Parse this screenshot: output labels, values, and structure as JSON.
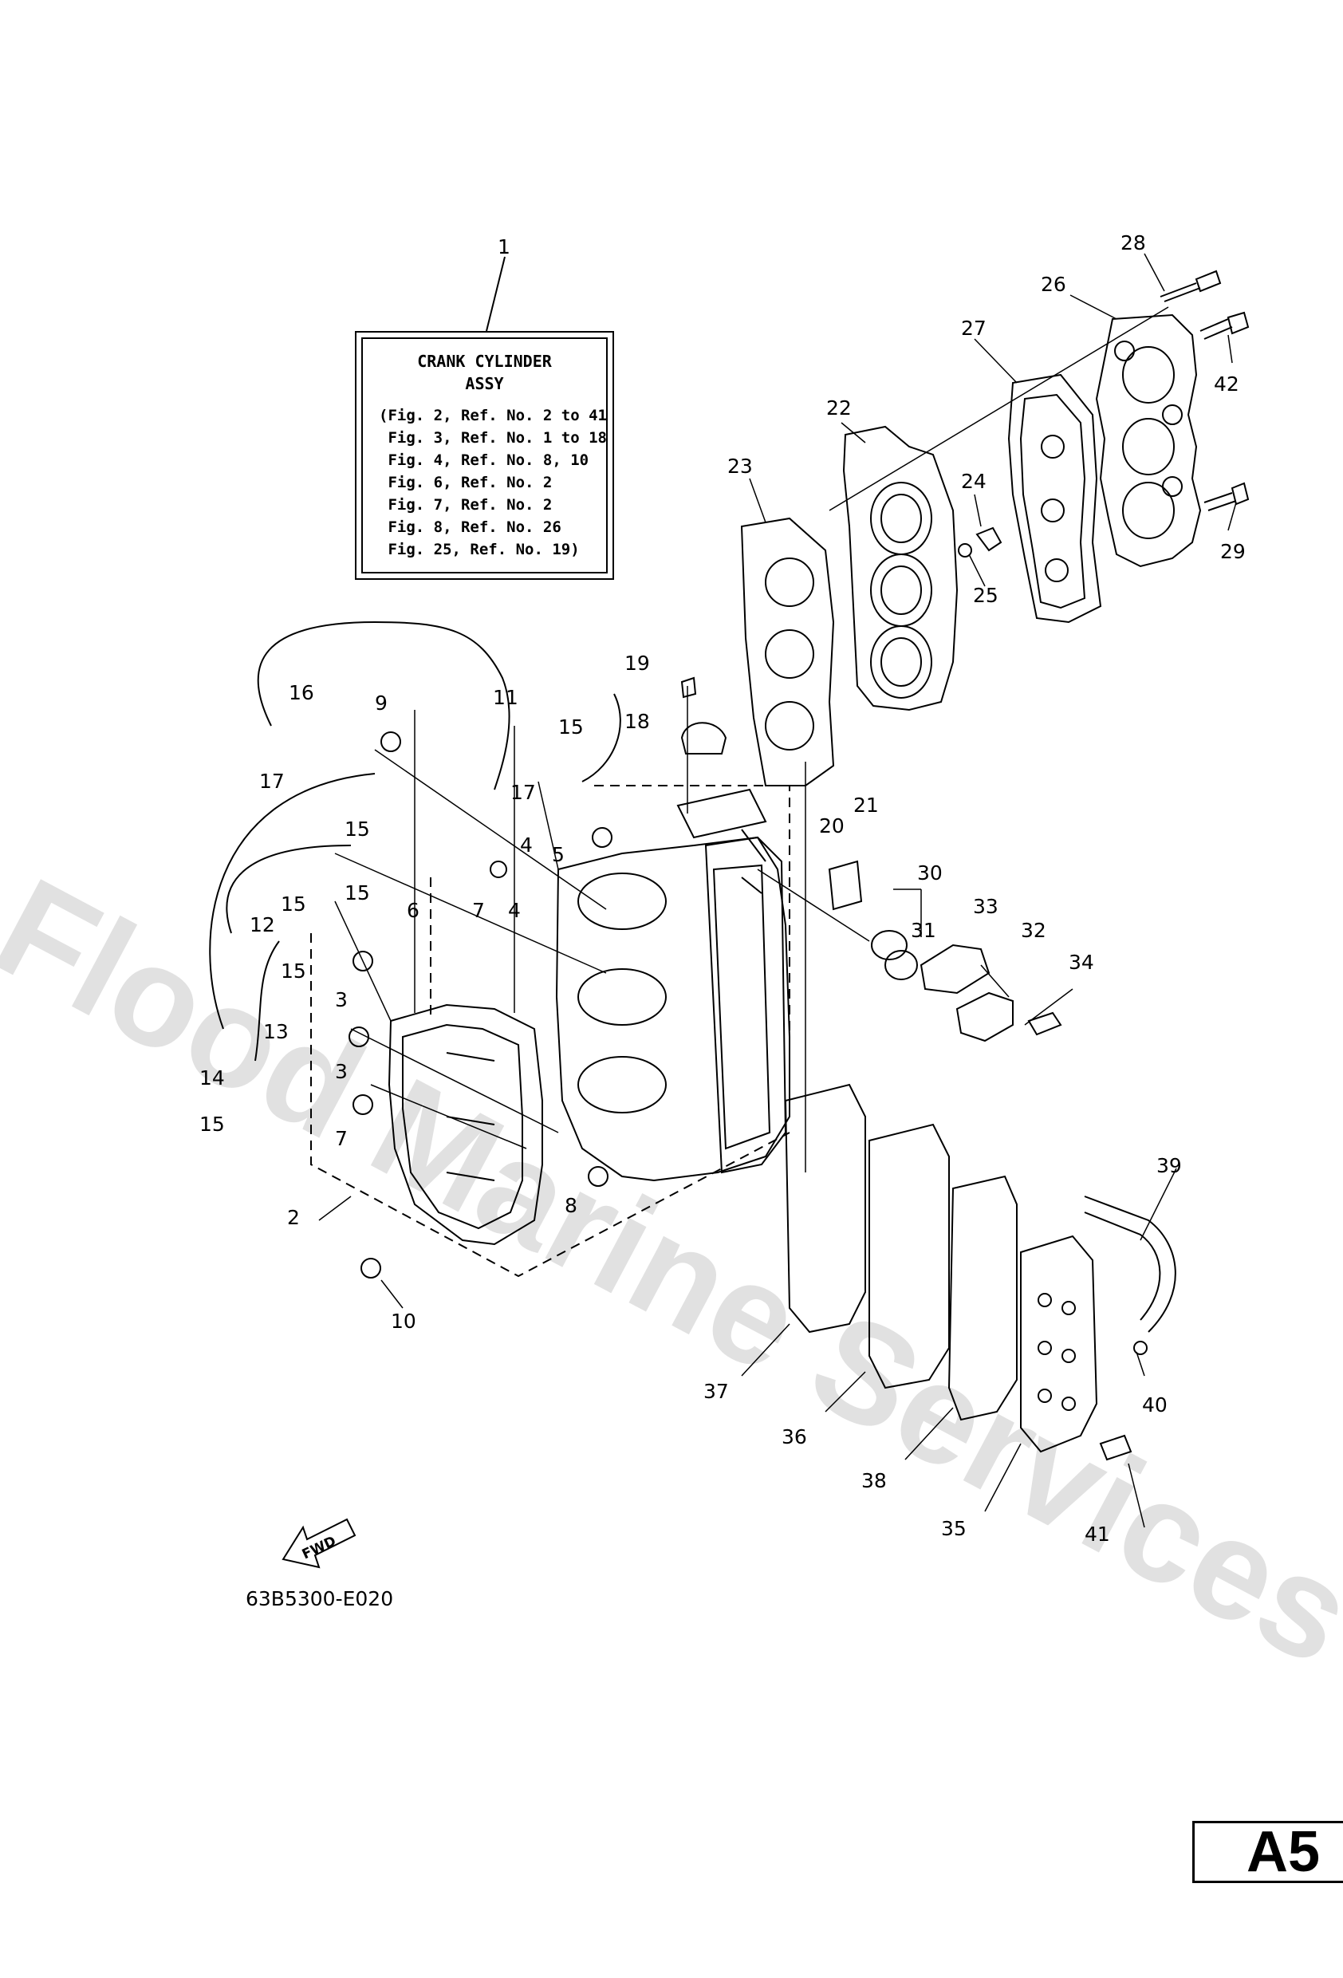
{
  "info_box": {
    "title": "CRANK CYLINDER",
    "subtitle": "ASSY",
    "refs": [
      "(Fig. 2, Ref. No. 2 to 41",
      " Fig. 3, Ref. No. 1 to 18",
      " Fig. 4, Ref. No. 8, 10",
      " Fig. 6, Ref. No. 2",
      " Fig. 7, Ref. No. 2",
      " Fig. 8, Ref. No. 26",
      " Fig. 25, Ref. No. 19)"
    ]
  },
  "labels": {
    "n1": "1",
    "n2": "2",
    "n3a": "3",
    "n3b": "3",
    "n4a": "4",
    "n4b": "4",
    "n5": "5",
    "n6": "6",
    "n7a": "7",
    "n7b": "7",
    "n8": "8",
    "n9": "9",
    "n10": "10",
    "n11": "11",
    "n12": "12",
    "n13": "13",
    "n14": "14",
    "n15a": "15",
    "n15b": "15",
    "n15c": "15",
    "n15d": "15",
    "n15e": "15",
    "n15f": "15",
    "n16": "16",
    "n17a": "17",
    "n17b": "17",
    "n18": "18",
    "n19": "19",
    "n20": "20",
    "n21": "21",
    "n22": "22",
    "n23": "23",
    "n24": "24",
    "n25": "25",
    "n26": "26",
    "n27": "27",
    "n28": "28",
    "n29": "29",
    "n30": "30",
    "n31": "31",
    "n32": "32",
    "n33": "33",
    "n34": "34",
    "n35": "35",
    "n36": "36",
    "n37": "37",
    "n38": "38",
    "n39": "39",
    "n40": "40",
    "n41": "41",
    "n42": "42"
  },
  "fwd_label": "FWD",
  "diagram_code": "63B5300-E020",
  "page_id": "A5",
  "watermark": "Flood Marine Services"
}
